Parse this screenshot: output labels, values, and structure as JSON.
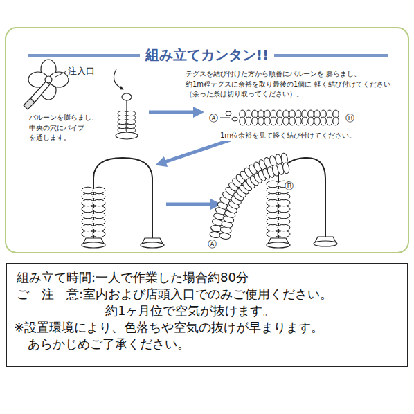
{
  "diagram": {
    "title": "組み立てカンタン!!",
    "nodes": [
      {
        "text": [
          "組み立て時間:一人で作業した場合約80分",
          "ご　注　意:室内および店頭入口でのみご使用ください。",
          "約1ヶ月位で空気が抜けます。",
          "※設置環境により、色落ちや空気の抜けが早まります。",
          "あらかじめご了承ください。"
        ]
      }
    ],
    "labels": [
      "注入口",
      "バルーンを膨らまし、 中央の穴にパイプ を通します。",
      "テグスを結び付けた方から順番にバルーンを 膨らまし、約1m程テグスに余裕を取り最後の1個に 軽く結び付けてください（余った糸は切り取ってください）。",
      "Ⓐ",
      "Ⓑ",
      "1m位余裕を見て軽く結び付けてください。",
      "Ⓑ",
      "Ⓐ"
    ]
  }
}
